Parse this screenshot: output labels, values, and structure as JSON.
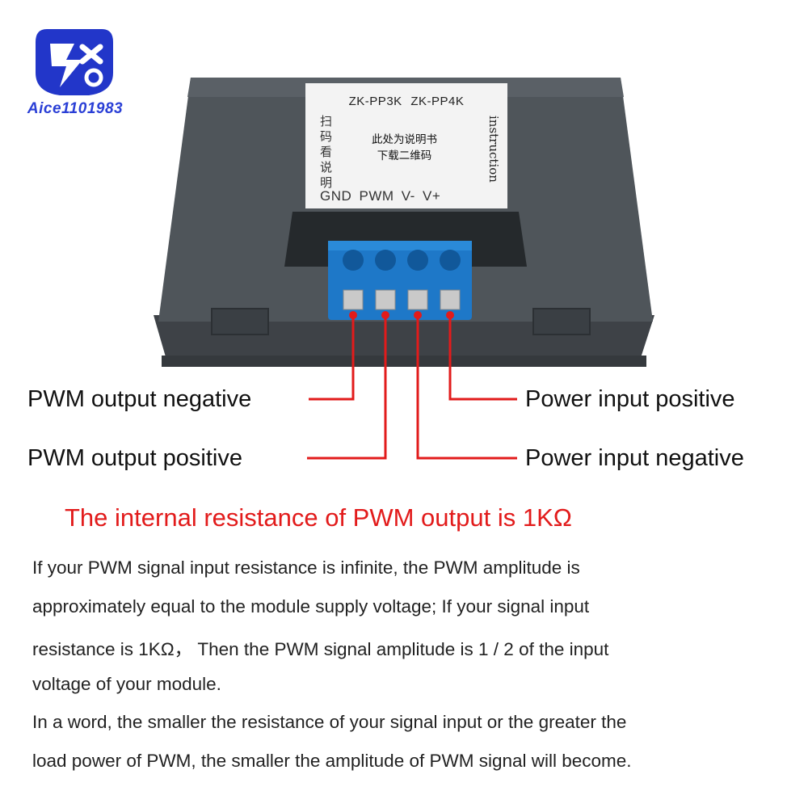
{
  "brand": {
    "logo_text": "Aice1101983"
  },
  "sticker": {
    "models": "ZK-PP3K ZK-PP4K",
    "scan_text": "扫码看说明",
    "cn_line1": "此处为说明书",
    "cn_line2": "下载二维码",
    "instruction": "instruction",
    "pins": "GND PWM V- V+"
  },
  "callouts": {
    "pwm_out_neg": "PWM output negative",
    "pwm_out_pos": "PWM output positive",
    "pwr_in_pos": "Power input positive",
    "pwr_in_neg": "Power input negative"
  },
  "headline": "The internal resistance of PWM output is 1KΩ",
  "paragraph_lines": [
    "If your PWM signal input resistance is infinite, the PWM amplitude is",
    "approximately equal to the module supply voltage; If your signal input",
    "resistance is 1KΩ，  Then the PWM signal amplitude is 1 / 2 of the input",
    "voltage of your module.",
    "In a word, the smaller the resistance of your signal input or the greater the",
    "load power of PWM, the smaller the amplitude of PWM signal will become."
  ],
  "colors": {
    "accent_red": "#e21b1b",
    "terminal_blue": "#1e78c8",
    "device_gray": "#4d5257",
    "logo_blue": "#2a3fd6"
  }
}
